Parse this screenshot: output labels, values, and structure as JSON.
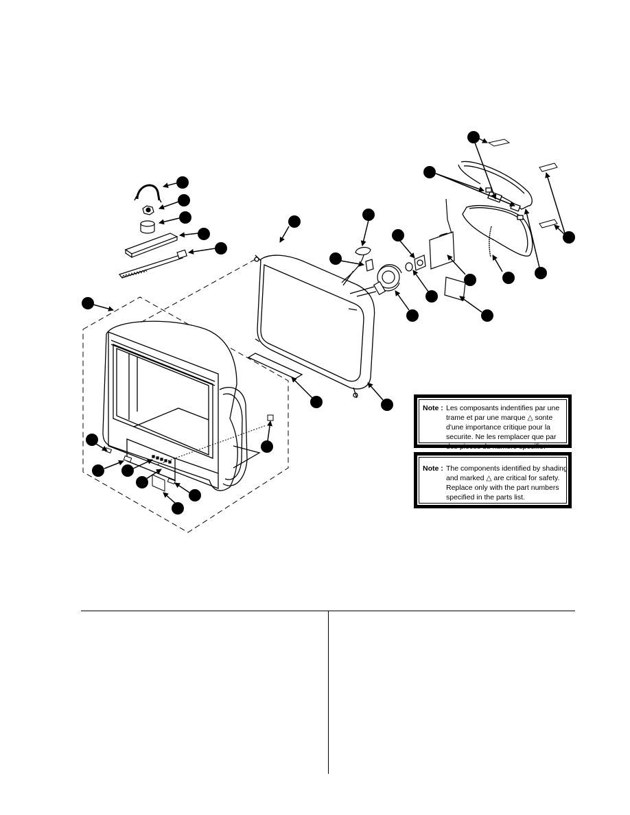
{
  "notes": {
    "french": {
      "label": "Note :",
      "lines": [
        "Les composants indentifies par une",
        "trame et par une marque △  sonte",
        "d'une importance critique pour la",
        "securite. Ne les remplacer que par",
        "des pieces du numero specifie."
      ]
    },
    "english": {
      "label": "Note :",
      "lines": [
        "The components identified by shading",
        "and marked △  are critical for safety.",
        "Replace only with the part numbers",
        "specified in the parts list."
      ]
    }
  }
}
